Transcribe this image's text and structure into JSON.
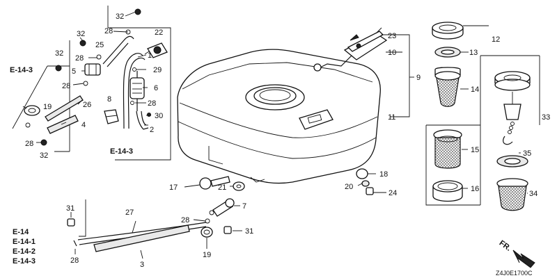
{
  "diagram_code": "Z4J0E1700C",
  "front_marker": "FR.",
  "references": {
    "e14_3_left": "E-14-3",
    "e14_3_mid": "E-14-3",
    "e14": "E-14",
    "e14_1": "E-14-1",
    "e14_2": "E-14-2",
    "e14_3_bottom": "E-14-3"
  },
  "callouts": {
    "c1": "1",
    "c2": "2",
    "c3": "3",
    "c4": "4",
    "c5": "5",
    "c6": "6",
    "c7": "7",
    "c8": "8",
    "c9": "9",
    "c10": "10",
    "c11": "11",
    "c12": "12",
    "c13": "13",
    "c14": "14",
    "c15": "15",
    "c16": "16",
    "c17": "17",
    "c18": "18",
    "c19a": "19",
    "c19b": "19",
    "c20": "20",
    "c21": "21",
    "c22": "22",
    "c23": "23",
    "c24": "24",
    "c25": "25",
    "c26": "26",
    "c27": "27",
    "c28a": "28",
    "c28b": "28",
    "c28c": "28",
    "c28d": "28",
    "c28e": "28",
    "c28f": "28",
    "c28g": "28",
    "c29": "29",
    "c30": "30",
    "c31a": "31",
    "c31b": "31",
    "c32a": "32",
    "c32b": "32",
    "c32c": "32",
    "c32d": "32",
    "c33": "33",
    "c34": "34",
    "c35": "35"
  }
}
